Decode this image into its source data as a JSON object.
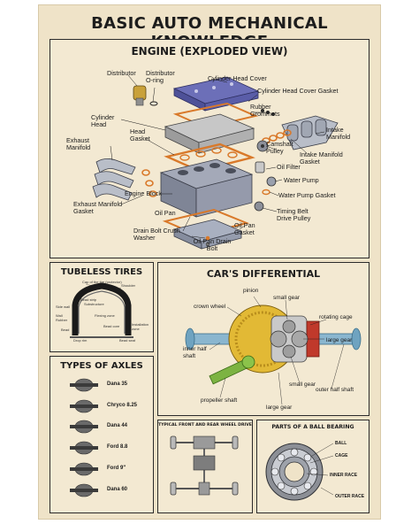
{
  "title": "BASIC AUTO MECHANICAL KNOWLEDGE",
  "engine": {
    "title": "ENGINE (EXPLODED VIEW)",
    "labels": {
      "distributor": "Distributor",
      "distributor_oring": "Distributor O-ring",
      "cylinder_head_cover": "Cylinder Head Cover",
      "cylinder_head_cover_gasket": "Cylinder Head Cover Gasket",
      "cylinder_head": "Cylinder Head",
      "rubber_grommets": "Rubber Grommets",
      "intake_manifold": "Intake Manifold",
      "head_gasket": "Head Gasket",
      "exhaust_manifold": "Exhaust Manifold",
      "camshaft_pulley": "Camshaft Pulley",
      "intake_manifold_gasket": "Intake Manifold Gasket",
      "oil_filter": "Oil Filter",
      "water_pump": "Water Pump",
      "engine_block": "Engine Block",
      "water_pump_gasket": "Water Pump Gasket",
      "exhaust_manifold_gasket": "Exhaust Manifold Gasket",
      "timing_belt_drive_pulley": "Timing Belt Drive Pulley",
      "oil_pan": "Oil Pan",
      "oil_pan_gasket": "Oil Pan Gasket",
      "drain_bolt_crush_washer": "Drain Bolt Crush Washer",
      "oil_pan_drain_bolt": "Oil Pan Drain Bolt"
    }
  },
  "tires": {
    "title": "TUBELESS TIRES",
    "labels": [
      "Cap of the tire (protector)",
      "Shoulder",
      "Bead strip",
      "Substructure",
      "Side wall",
      "Wall",
      "Rubber",
      "Flexing zone",
      "Bead core",
      "Installation zone",
      "Bead",
      "Drop rim",
      "Bead seat"
    ]
  },
  "axles": {
    "title": "TYPES OF AXLES",
    "items": [
      "Dana 35",
      "Chryco 8.25",
      "Dana 44",
      "Ford 8.8",
      "Ford 9\"",
      "Dana 60"
    ]
  },
  "differential": {
    "title": "CAR'S DIFFERENTIAL",
    "labels": {
      "pinion": "pinion",
      "small_gear_top": "small gear",
      "crown_wheel": "crown wheel",
      "rotating_cage": "rotating cage",
      "large_gear_right": "large gear",
      "inner_half_shaft": "inner half shaft",
      "small_gear_bottom": "small gear",
      "propeller_shaft": "propeller shaft",
      "large_gear_bottom": "large gear",
      "outer_half_shaft": "outer half shaft"
    }
  },
  "drive": {
    "title": "TYPICAL FRONT AND REAR WHEEL DRIVE"
  },
  "bearing": {
    "title": "PARTS OF A BALL BEARING",
    "labels": [
      "BALL",
      "CAGE",
      "INNER RACE",
      "OUTER RACE"
    ]
  }
}
